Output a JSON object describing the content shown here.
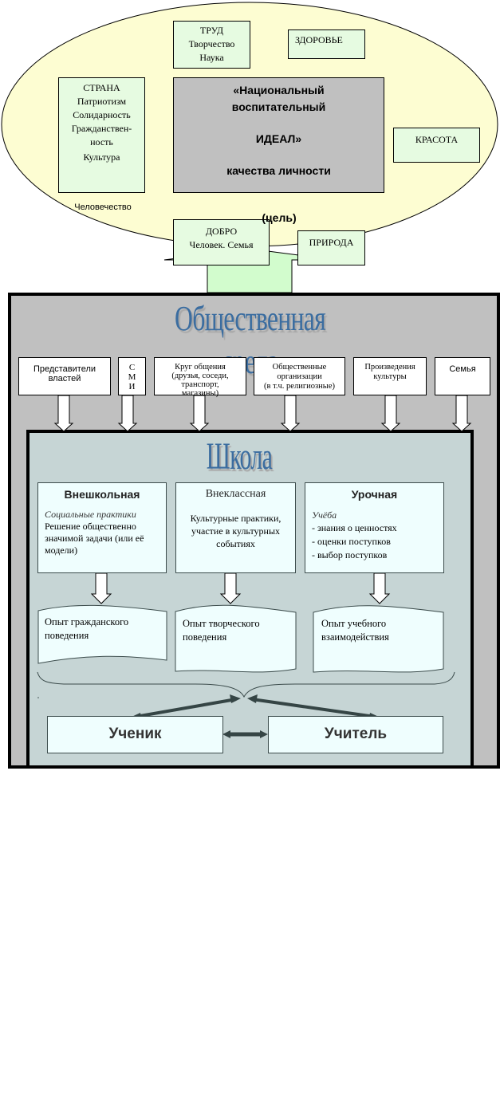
{
  "ideal_ellipse": {
    "center": {
      "lines": [
        "«Национальный",
        "воспитательный",
        "ИДЕАЛ»",
        "качества личности"
      ],
      "goal": "(цель)"
    },
    "values": [
      {
        "id": "trud",
        "lines": [
          "ТРУД",
          "Творчество",
          "Наука"
        ]
      },
      {
        "id": "zdorovie",
        "lines": [
          "ЗДОРОВЬЕ"
        ]
      },
      {
        "id": "strana",
        "lines": [
          "СТРАНА",
          "Патриотизм",
          "Солидарность",
          "Гражданствен-",
          "ность",
          "Культура"
        ],
        "overflow": "Человечество"
      },
      {
        "id": "krasota",
        "lines": [
          "КРАСОТА"
        ]
      },
      {
        "id": "dobro",
        "lines": [
          "ДОБРО",
          "Человек. Семья"
        ]
      },
      {
        "id": "priroda",
        "lines": [
          "ПРИРОДА"
        ]
      }
    ]
  },
  "environment": {
    "title": "Общественная среда",
    "sources": [
      {
        "id": "vlast",
        "lines": [
          "Представители",
          "властей"
        ]
      },
      {
        "id": "smi",
        "lines": [
          "С",
          "М",
          "И"
        ]
      },
      {
        "id": "krug",
        "lines": [
          "Круг общения",
          "(друзья, соседи,",
          "транспорт,",
          "магазины)"
        ]
      },
      {
        "id": "org",
        "lines": [
          "Общественные",
          "организации",
          "(в т.ч. религиозные)"
        ]
      },
      {
        "id": "kultura",
        "lines": [
          "Произведения",
          "культуры"
        ]
      },
      {
        "id": "semya",
        "lines": [
          "Семья"
        ]
      }
    ]
  },
  "school": {
    "title": "Школа",
    "activities": [
      {
        "id": "vneshkolnaya",
        "heading": "Внешкольная",
        "subtitle": "Социальные практики",
        "lines": [
          "Решение общественно",
          "значимой задачи (или её",
          "модели)"
        ]
      },
      {
        "id": "vneklassnaya",
        "heading": "Внеклассная",
        "subtitle": "",
        "lines": [
          "Культурные практики,",
          "участие в культурных",
          "событиях"
        ]
      },
      {
        "id": "urochnaya",
        "heading": "Урочная",
        "subtitle": "Учёба",
        "lines": [
          "- знания о ценностях",
          "- оценки поступков",
          "- выбор поступков"
        ]
      }
    ],
    "experiences": [
      {
        "id": "grazhd",
        "lines": [
          "Опыт гражданского",
          "поведения"
        ]
      },
      {
        "id": "tvorch",
        "lines": [
          "Опыт творческого",
          "поведения"
        ]
      },
      {
        "id": "ucheb",
        "lines": [
          "Опыт учебного",
          "взаимодействия"
        ]
      }
    ],
    "roles": {
      "student": "Ученик",
      "teacher": "Учитель"
    }
  },
  "colors": {
    "ellipse_fill": "#fdfdd2",
    "value_box_fill": "#e6fbe1",
    "ideal_fill": "#c0c0c0",
    "arrow_fill": "#d2fccd",
    "environment_fill": "#c0c0c0",
    "school_fill": "#c6d5d5",
    "school_box_fill": "#effefe",
    "title_blue": "#3b6da0",
    "dark_arrow": "#354545"
  }
}
